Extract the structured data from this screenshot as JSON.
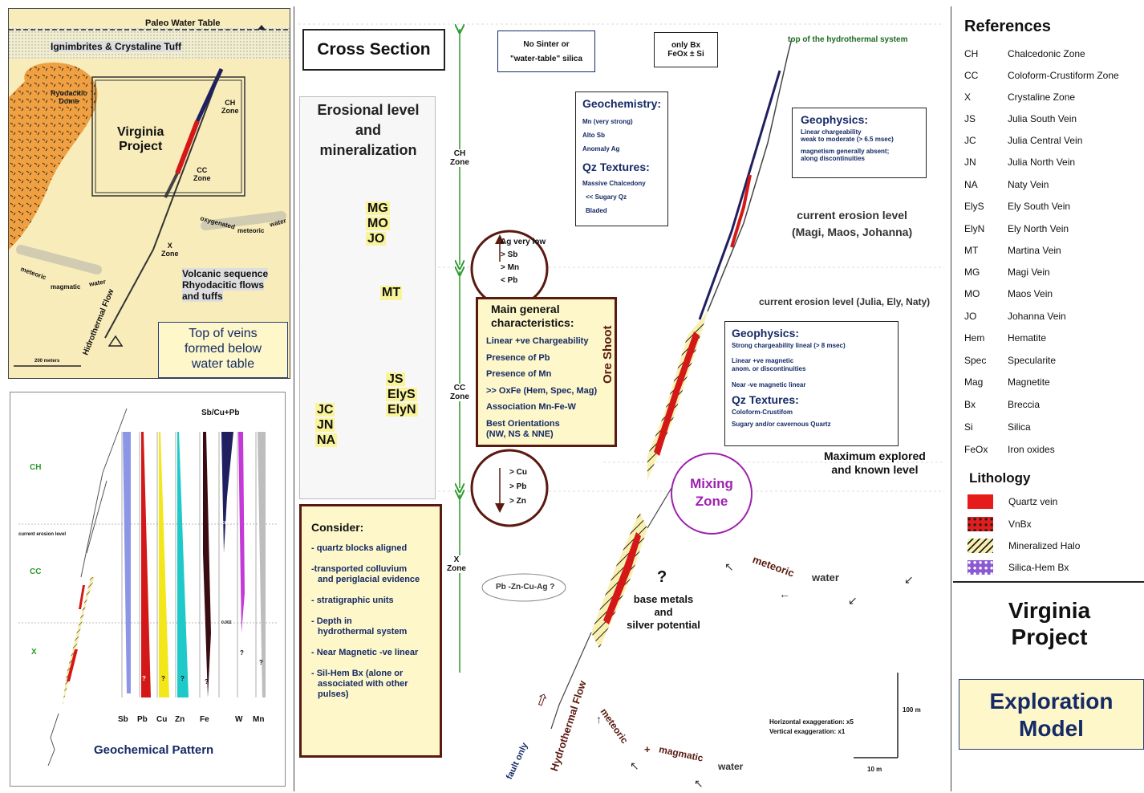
{
  "map_inset": {
    "paleo_water_table": "Paleo Water Table",
    "ignimbrites": "Ignimbrites & Crystaline Tuff",
    "ryodacitic_dome": [
      "Ryodacitic",
      "Dome"
    ],
    "virginia_project": [
      "Virginia",
      "Project"
    ],
    "ch_zone": [
      "CH",
      "Zone"
    ],
    "cc_zone": [
      "CC",
      "Zone"
    ],
    "x_zone": [
      "X",
      "Zone"
    ],
    "oxygenated": "oxygenated",
    "meteoric": "meteoric",
    "water": "water",
    "meteoric_left": "meteoric",
    "magmatic": "magmatic",
    "water_left": "water",
    "volcanic_sequence": [
      "Volcanic sequence",
      "Rhyodacitic flows",
      "and tuffs"
    ],
    "hydrothermal_flow": "Hidrothermal Flow",
    "scale": "200 meters",
    "top_of_veins": [
      "Top of veins",
      "formed below",
      "water table"
    ]
  },
  "geochem": {
    "title": "Geochemical Pattern",
    "sbcupb": "Sb/Cu+Pb",
    "zones": [
      "CH",
      "CC",
      "X"
    ],
    "current_erosion": "current erosion level",
    "elements": [
      "Sb",
      "Pb",
      "Cu",
      "Zn",
      "Fe",
      "W",
      "Mn"
    ],
    "colors": [
      "#8d95e6",
      "#d41818",
      "#f3e71a",
      "#1ec9c9",
      "#3a0c12",
      "#c43ad6",
      "#bdbdbd"
    ],
    "marks": {
      "q": "?",
      "ch": "CH",
      "val": "0.002"
    }
  },
  "cross_section": {
    "title": "Cross Section",
    "no_sinter": [
      "No Sinter or",
      "\"water-table\" silica"
    ],
    "only_bx": [
      "only Bx",
      "FeOx ± Si"
    ],
    "top_hydro": "top of the hydrothermal system",
    "erosional": [
      "Erosional level",
      "and",
      "mineralization"
    ],
    "veins_a": [
      "MG",
      "MO",
      "JO"
    ],
    "vein_mt": "MT",
    "veins_b": [
      "JS",
      "ElyS",
      "ElyN"
    ],
    "veins_c": [
      "JC",
      "JN",
      "NA"
    ],
    "zone_ch": [
      "CH",
      "Zone"
    ],
    "zone_cc": [
      "CC",
      "Zone"
    ],
    "zone_x": [
      "X",
      "Zone"
    ],
    "geochem_box": {
      "title": "Geochemistry:",
      "items": [
        "Mn (very strong)",
        "Alto Sb",
        "Anomaly Ag"
      ],
      "qz_title": "Qz Textures:",
      "qz_items": [
        "Massive Chalcedony",
        "<< Sugary Qz",
        "Bladed"
      ]
    },
    "geophysics_top": {
      "title": "Geophysics:",
      "lines": [
        "Linear chargeability",
        "weak to moderate (> 6.5 msec)",
        "magnetism generally absent;",
        "along discontinuities"
      ]
    },
    "current_erosion_1": [
      "current erosion level",
      "(Magi, Maos, Johanna)"
    ],
    "current_erosion_2": "current erosion level (Julia, Ely, Naty)",
    "up_circle": [
      "Ag very low",
      "> Sb",
      "> Mn",
      "< Pb"
    ],
    "main": {
      "title": [
        "Main general",
        "characteristics:"
      ],
      "items": [
        "Linear +ve Chargeability",
        "Presence of Pb",
        "Presence of Mn",
        ">> OxFe (Hem, Spec, Mag)",
        "Association Mn-Fe-W",
        "Best Orientations",
        "(NW, NS & NNE)"
      ]
    },
    "down_circle": [
      "> Cu",
      "> Pb",
      "> Zn"
    ],
    "ore_shoot": "Ore Shoot",
    "geophysics_mid": {
      "title": "Geophysics:",
      "lines": [
        "Strong chargeability lineal (> 8 msec)",
        "Linear +ve magnetic",
        "anom. or discontinuities",
        "Near -ve magnetic linear"
      ],
      "qz_title": "Qz Textures:",
      "qz_items": [
        "Coloform-Crustifom",
        "Sugary and/or cavernous Quartz"
      ]
    },
    "max_explored": [
      "Maximum explored",
      "and known level"
    ],
    "mixing_zone": [
      "Mixing",
      "Zone"
    ],
    "consider": {
      "title": "Consider:",
      "items": [
        "- quartz blocks aligned",
        "-transported colluvium",
        "and periglacial evidence",
        "- stratigraphic units",
        "- Depth in",
        "hydrothermal system",
        "- Near Magnetic -ve linear",
        "- Sil-Hem Bx (alone or",
        "associated with other",
        "pulses)"
      ]
    },
    "pbzn": "Pb -Zn-Cu-Ag ?",
    "question": "?",
    "base_metals": [
      "base metals",
      "and",
      "silver potential"
    ],
    "meteoric_water": [
      "meteoric",
      "water"
    ],
    "fault_only": "fault only",
    "hydro_flow": "Hydrothermal Flow",
    "meteoric_magmatic": [
      "meteoric",
      "+",
      "magmatic",
      "water"
    ],
    "exaggeration": [
      "Horizontal exaggeration: x5",
      "Vertical exaggeration: x1"
    ],
    "scale_v": "100 m",
    "scale_h": "10 m"
  },
  "references": {
    "title": "References",
    "rows": [
      [
        "CH",
        "Chalcedonic Zone"
      ],
      [
        "CC",
        "Coloform-Crustiform Zone"
      ],
      [
        "X",
        "Crystaline Zone"
      ],
      [
        "JS",
        "Julia South Vein"
      ],
      [
        "JC",
        "Julia Central Vein"
      ],
      [
        "JN",
        "Julia North Vein"
      ],
      [
        "NA",
        "Naty Vein"
      ],
      [
        "ElyS",
        "Ely South Vein"
      ],
      [
        "ElyN",
        "Ely North Vein"
      ],
      [
        "MT",
        "Martina Vein"
      ],
      [
        "MG",
        "Magi Vein"
      ],
      [
        "MO",
        "Maos Vein"
      ],
      [
        "JO",
        "Johanna Vein"
      ],
      [
        "Hem",
        "Hematite"
      ],
      [
        "Spec",
        "Specularite"
      ],
      [
        "Mag",
        "Magnetite"
      ],
      [
        "Bx",
        "Breccia"
      ],
      [
        "Si",
        "Silica"
      ],
      [
        "FeOx",
        "Iron oxides"
      ]
    ],
    "lithology_title": "Lithology",
    "lithology": [
      "Quartz vein",
      "VnBx",
      "Mineralized Halo",
      "Silica-Hem Bx"
    ],
    "project": [
      "Virginia",
      "Project"
    ],
    "model": [
      "Exploration",
      "Model"
    ]
  }
}
